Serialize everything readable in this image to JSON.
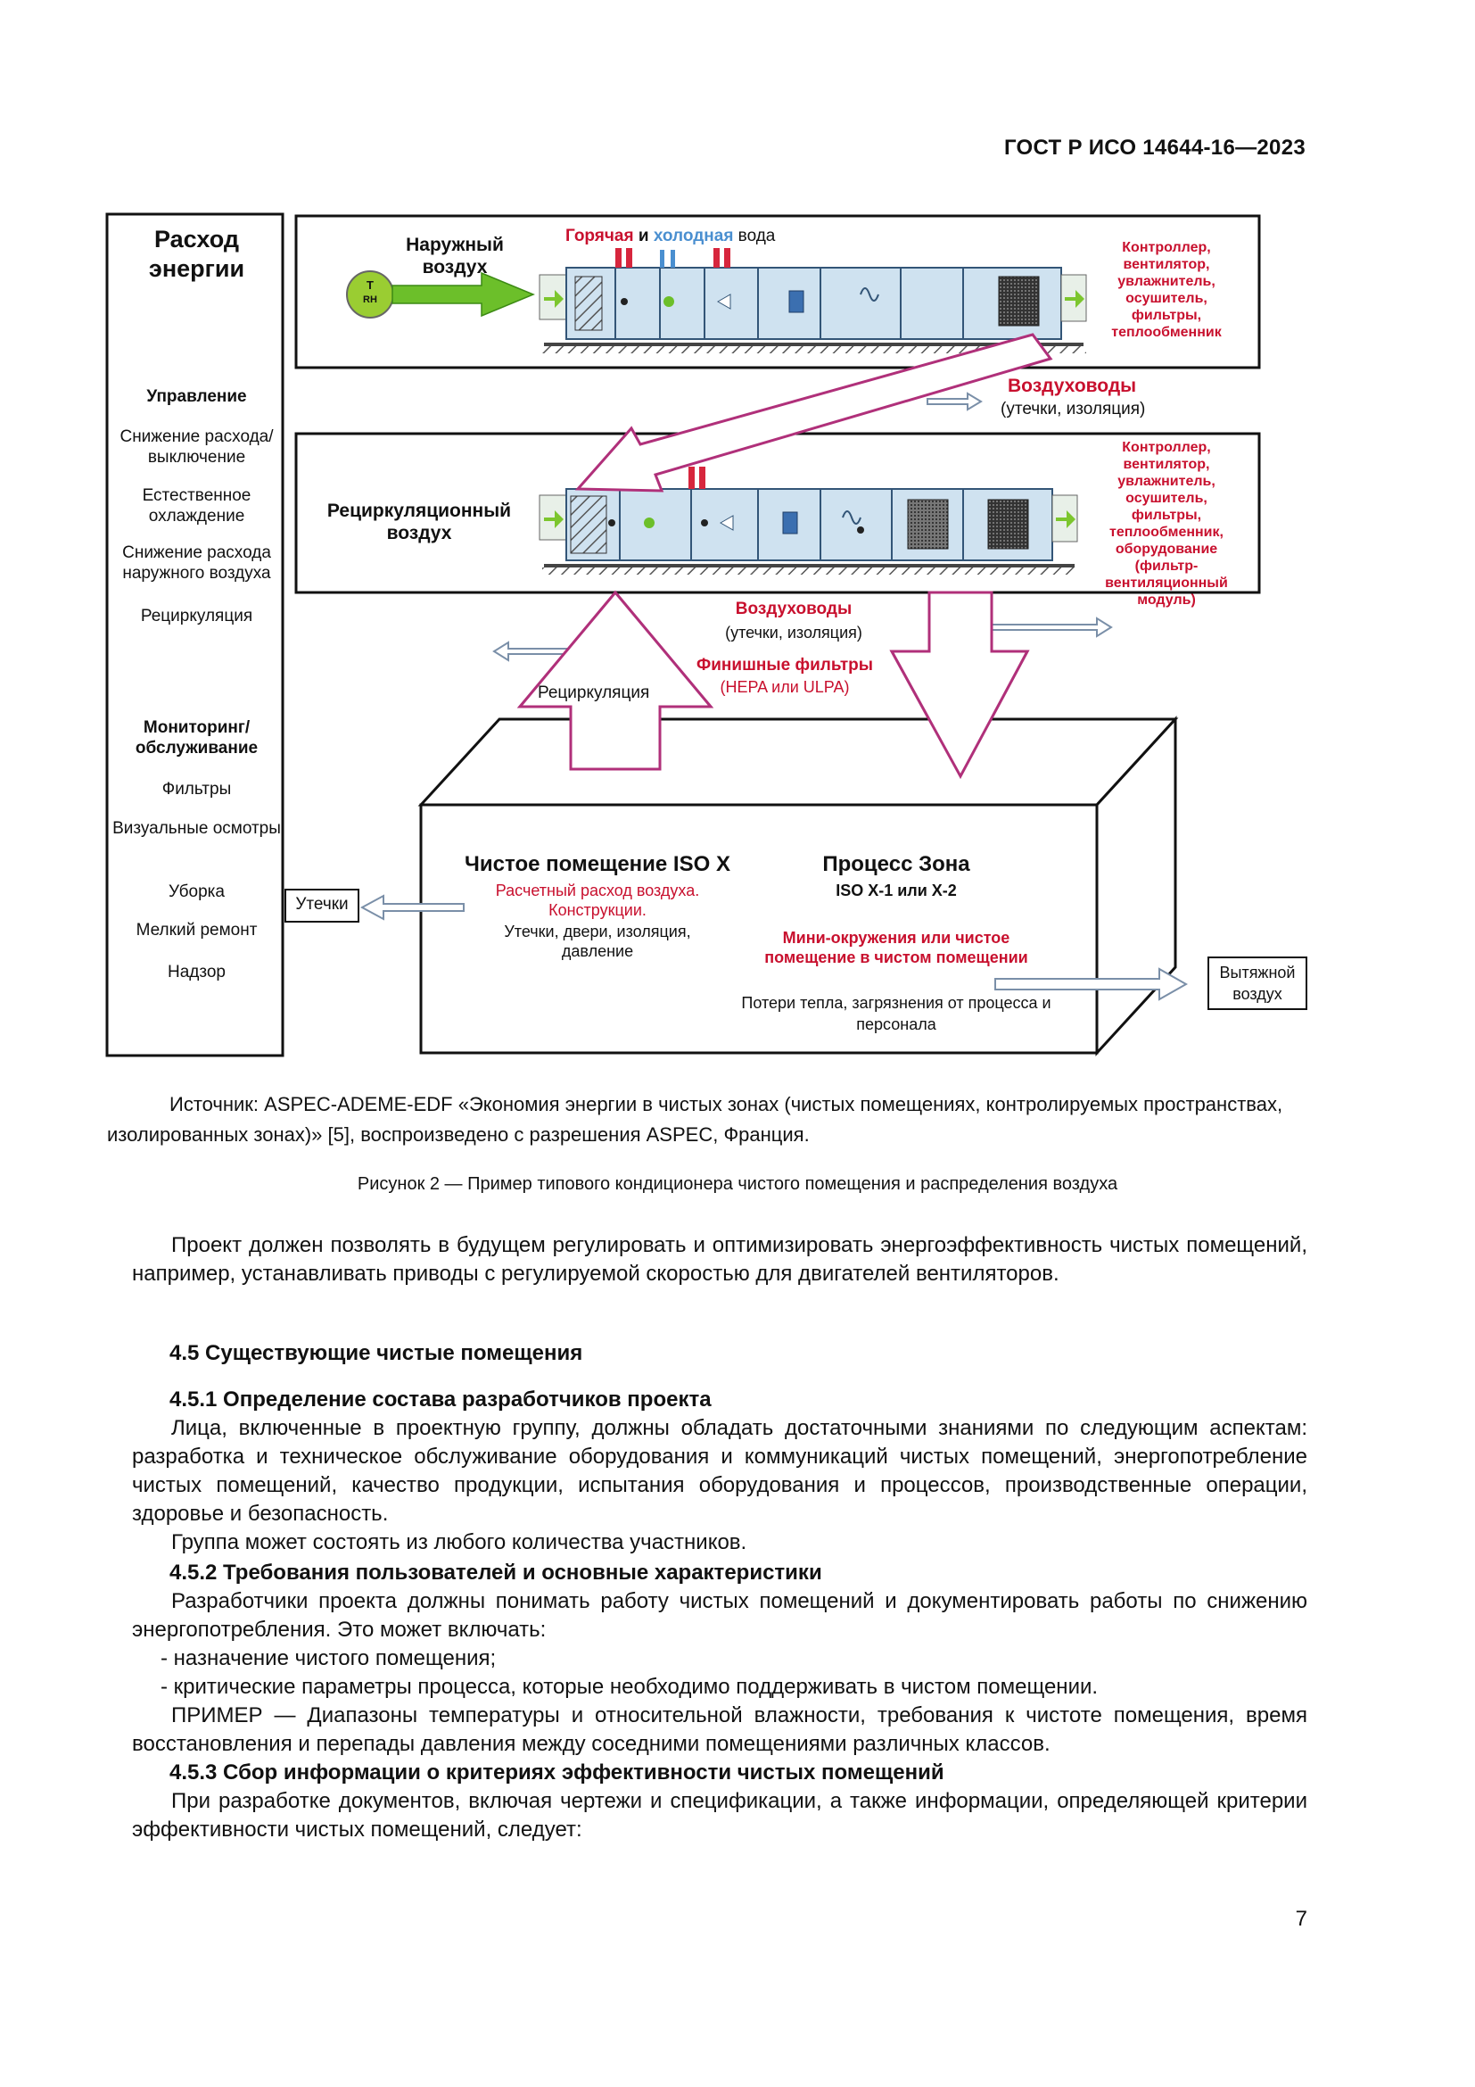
{
  "header": {
    "standard": "ГОСТ Р ИСО 14644-16—2023"
  },
  "figure": {
    "left_panel": {
      "title": "Расход энергии",
      "management_title": "Управление",
      "management_items": [
        "Снижение расхода/ выключение",
        "Естественное охлаждение",
        "Снижение расхода наружного воздуха",
        "Рециркуляция"
      ],
      "monitoring_title": "Мониторинг/ обслуживание",
      "monitoring_items": [
        "Фильтры",
        "Визуальные осмотры",
        "Уборка",
        "Мелкий ремонт",
        "Надзор"
      ]
    },
    "outdoor_unit": {
      "label": "Наружный воздух",
      "water_hot": "Горячая",
      "water_and": " и ",
      "water_cold": "холодная",
      "water_suffix": " вода",
      "sensor_t": "T",
      "sensor_rh": "RH",
      "components": "Контроллер, вентилятор, увлажнитель, осушитель, фильтры, теплообменник"
    },
    "ducts_1": {
      "title": "Воздуховоды",
      "note": "(утечки, изоляция)"
    },
    "recirc_unit": {
      "label": "Рециркуляционный воздух",
      "components": "Контроллер, вентилятор, увлажнитель, осушитель, фильтры, теплообменник, оборудование (фильтр-вентиляционный модуль)"
    },
    "ducts_2": {
      "title": "Воздуховоды",
      "note": "(утечки, изоляция)"
    },
    "final_filters": {
      "title": "Финишные фильтры",
      "note": "(HEPA или ULPA)"
    },
    "recirc_arrow": "Рециркуляция",
    "room": {
      "title": "Чистое помещение ISO X",
      "red_1": "Расчетный расход воздуха.",
      "red_2": "Конструкции.",
      "black": "Утечки, двери, изоляция, давление"
    },
    "process": {
      "title": "Процесс Зона",
      "iso": "ISO X-1 или X-2",
      "red": "Мини-окружения или чистое помещение в чистом помещении",
      "black": "Потери тепла, загрязнения от процесса и персонала"
    },
    "leaks_box": "Утечки",
    "exhaust_box": "Вытяжной воздух"
  },
  "source_text": "Источник: ASPEC-ADEME-EDF «Экономия энергии в чистых зонах (чистых помещениях, контролируемых пространствах, изолированных зонах)» [5], воспроизведено с разрешения ASPEC, Франция.",
  "figure_title": "Рисунок 2 — Пример типового кондиционера чистого помещения и распределения воздуха",
  "paragraph_1": "Проект должен позволять в будущем регулировать и оптимизировать энергоэффективность чистых помещений, например, устанавливать приводы с регулируемой скоростью для двигателей вентиляторов.",
  "section_45": "4.5 Существующие чистые помещения",
  "section_451": "4.5.1 Определение состава разработчиков проекта",
  "paragraph_2": "Лица, включенные в проектную группу, должны обладать достаточными знаниями по следующим аспектам: разработка и техническое обслуживание оборудования и коммуникаций чистых помещений, энергопотребление чистых помещений, качество продукции, испытания оборудования и процессов, производственные операции, здоровье и безопасность.",
  "paragraph_3": "Группа может состоять из любого количества участников.",
  "section_452": "4.5.2 Требования пользователей и основные характеристики",
  "paragraph_4": "Разработчики проекта должны понимать работу чистых помещений и документировать работы по снижению энергопотребления. Это может включать:",
  "list_items": [
    "-  назначение чистого помещения;",
    "-  критические параметры процесса, которые необходимо поддерживать в чистом помещении."
  ],
  "example": "ПРИМЕР — Диапазоны температуры и относительной влажности, требования к чистоте помещения, время восстановления и перепады давления между соседними помещениями различных классов.",
  "section_453": "4.5.3 Сбор информации о критериях эффективности чистых помещений",
  "paragraph_5": "При разработке документов, включая чертежи и спецификации, а также информации, определяющей критерии эффективности чистых помещений, следует:",
  "page_number": "7"
}
